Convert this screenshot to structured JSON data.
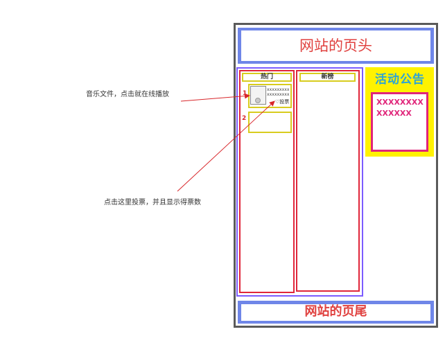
{
  "page": {
    "header_text": "网站的页头",
    "footer_text": "网站的页尾"
  },
  "tabs": {
    "hot": "热门",
    "new": "新榜"
  },
  "items": [
    {
      "rank": "1",
      "title_line1": "xxxxxxxxx",
      "title_line2": "xxxxxxxxx",
      "vote_label": "♡投票"
    },
    {
      "rank": "2"
    }
  ],
  "announcement": {
    "title": "活动公告",
    "body": "XXXXXXXXXXXXXX"
  },
  "annotations": {
    "music": "音乐文件，点击就在线播放",
    "vote": "点击这里投票，并且显示得票数"
  },
  "colors": {
    "header_bar": "#6f86e8",
    "frame": "#5a5a5a",
    "title_red": "#e0413f",
    "column_purple": "#7b5cff",
    "column_red": "#e0263a",
    "tab_yellow": "#d8cc1e",
    "announcement_yellow": "#fff200",
    "announcement_pink": "#e0257a",
    "announcement_title_blue": "#2ba3d8"
  }
}
